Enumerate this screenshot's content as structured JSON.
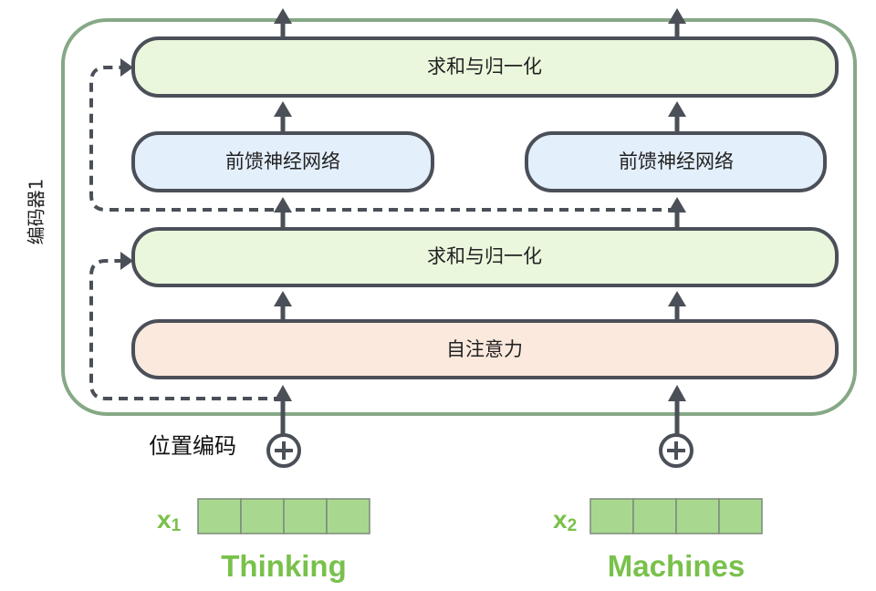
{
  "encoder": {
    "label": "编码器1",
    "add_norm_top": "求和与归一化",
    "ffn_left": "前馈神经网络",
    "ffn_right": "前馈神经网络",
    "add_norm_bottom": "求和与归一化",
    "self_attention": "自注意力"
  },
  "positional_encoding": {
    "label": "位置编码"
  },
  "inputs": [
    {
      "symbol": "x",
      "subscript": "1",
      "word": "Thinking"
    },
    {
      "symbol": "x",
      "subscript": "2",
      "word": "Machines"
    }
  ],
  "colors": {
    "encoder_border": "#86a886",
    "box_border": "#4a4f58",
    "add_norm_fill": "#eaf7dc",
    "ffn_fill": "#e3effa",
    "attention_fill": "#fbe9dd",
    "input_cell_fill": "#a8d890",
    "input_text": "#79c14b"
  },
  "icons": {
    "arrow": "up-arrow-icon",
    "plus": "circle-plus-icon"
  }
}
